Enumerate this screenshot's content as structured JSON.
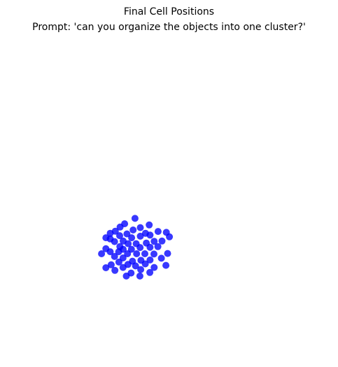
{
  "chart_data": {
    "type": "scatter",
    "title": "Final Cell Positions",
    "subtitle": "Prompt: 'can you organize the objects into one cluster?'",
    "axes_visible": false,
    "grid": false,
    "xlim": [
      0,
      100
    ],
    "ylim": [
      0,
      100
    ],
    "marker_color": "#0000ff",
    "marker_alpha": 0.78,
    "points": [
      [
        14.6,
        28.7
      ],
      [
        16.7,
        24.0
      ],
      [
        16.7,
        30.4
      ],
      [
        16.7,
        34.1
      ],
      [
        18.8,
        29.4
      ],
      [
        18.8,
        33.7
      ],
      [
        18.8,
        35.6
      ],
      [
        19.3,
        25.0
      ],
      [
        20.9,
        27.8
      ],
      [
        20.9,
        32.8
      ],
      [
        21.1,
        23.1
      ],
      [
        21.3,
        36.3
      ],
      [
        22.9,
        29.4
      ],
      [
        23.0,
        25.9
      ],
      [
        23.4,
        34.8
      ],
      [
        23.5,
        31.1
      ],
      [
        23.6,
        37.7
      ],
      [
        25.0,
        24.1
      ],
      [
        25.0,
        27.3
      ],
      [
        25.1,
        30.2
      ],
      [
        25.1,
        33.0
      ],
      [
        25.8,
        38.8
      ],
      [
        26.6,
        21.2
      ],
      [
        26.9,
        35.4
      ],
      [
        27.2,
        28.7
      ],
      [
        27.4,
        25.1
      ],
      [
        27.5,
        32.1
      ],
      [
        28.9,
        22.2
      ],
      [
        29.1,
        30.2
      ],
      [
        29.2,
        34.1
      ],
      [
        29.6,
        26.2
      ],
      [
        29.9,
        36.7
      ],
      [
        30.8,
        40.6
      ],
      [
        31.1,
        24.6
      ],
      [
        31.4,
        32.1
      ],
      [
        31.6,
        28.7
      ],
      [
        33.2,
        21.2
      ],
      [
        33.3,
        30.8
      ],
      [
        33.4,
        37.5
      ],
      [
        33.4,
        34.6
      ],
      [
        33.6,
        23.4
      ],
      [
        33.7,
        26.5
      ],
      [
        35.6,
        28.7
      ],
      [
        35.8,
        25.3
      ],
      [
        35.9,
        35.6
      ],
      [
        36.3,
        32.3
      ],
      [
        37.7,
        38.4
      ],
      [
        38.0,
        22.4
      ],
      [
        38.1,
        30.9
      ],
      [
        38.1,
        35.0
      ],
      [
        38.1,
        26.6
      ],
      [
        40.0,
        28.6
      ],
      [
        40.1,
        32.9
      ],
      [
        40.1,
        24.1
      ],
      [
        41.9,
        31.1
      ],
      [
        42.0,
        36.2
      ],
      [
        43.6,
        27.2
      ],
      [
        43.9,
        33.0
      ],
      [
        45.8,
        24.8
      ],
      [
        46.0,
        35.9
      ],
      [
        46.6,
        28.8
      ],
      [
        47.5,
        34.4
      ]
    ]
  }
}
